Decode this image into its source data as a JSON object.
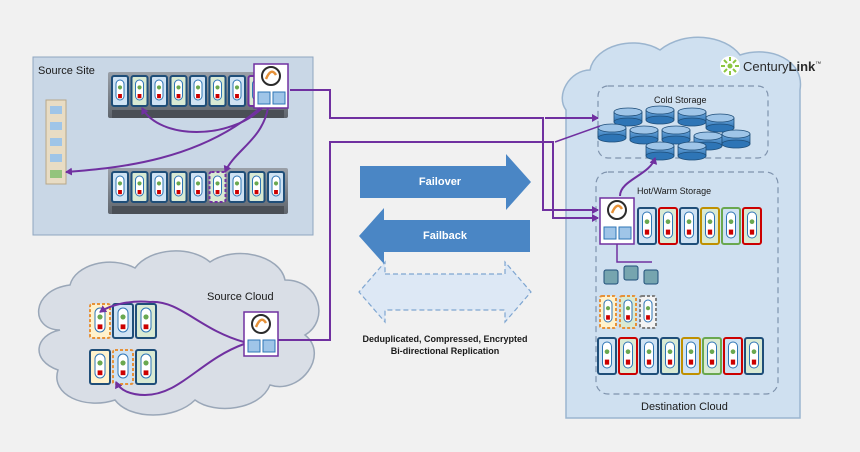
{
  "source_site": {
    "title": "Source Site"
  },
  "source_cloud": {
    "title": "Source Cloud"
  },
  "destination": {
    "title": "Destination Cloud",
    "cold_storage": "Cold Storage",
    "hot_warm_storage": "Hot/Warm Storage"
  },
  "arrows": {
    "failover": "Failover",
    "failback": "Failback"
  },
  "replication": {
    "line1": "Deduplicated, Compressed, Encrypted",
    "line2": "Bi-directional Replication"
  },
  "brand": {
    "name_part1": "Century",
    "name_part2": "Link",
    "trademark": "™"
  },
  "colors": {
    "purple": "#7030a0",
    "arrow_blue": "#4a86c5",
    "arrow_light": "#dde8f5",
    "cloud_fill": "#d9dee6",
    "panel_fill": "#c9d7e6",
    "brand_green": "#8dc63f"
  }
}
